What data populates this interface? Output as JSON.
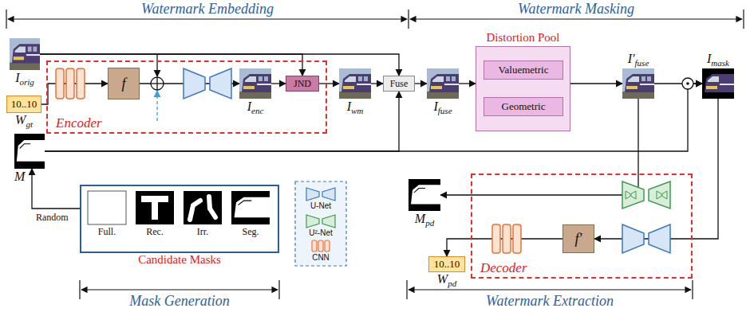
{
  "diagram": {
    "nodes": [
      {
        "text": [
          "I",
          "orig"
        ]
      },
      {
        "text": [
          "10..10",
          "W",
          "gt"
        ]
      },
      {
        "text": [
          "M"
        ]
      },
      {
        "text": [
          "Encoder"
        ]
      },
      {
        "text": [
          "f"
        ],
        "in": 3
      },
      {
        "text": [
          "I",
          "enc"
        ],
        "in": 3
      },
      {
        "text": [
          "JND"
        ],
        "in": 3
      },
      {
        "text": [
          "I",
          "wm"
        ]
      },
      {
        "text": [
          "Fuse"
        ]
      },
      {
        "text": [
          "I",
          "fuse"
        ]
      },
      {
        "text": [
          "Distortion Pool"
        ]
      },
      {
        "text": [
          "Valuemetric"
        ],
        "in": 10
      },
      {
        "text": [
          "Geometric"
        ],
        "in": 10
      },
      {
        "text": [
          "I′",
          "fuse"
        ]
      },
      {
        "text": [
          "I",
          "mask"
        ]
      },
      {
        "text": [
          "Decoder"
        ]
      },
      {
        "text": [
          "f′"
        ],
        "in": 15
      },
      {
        "text": [
          "10..10",
          "W",
          "pd"
        ]
      },
      {
        "text": [
          "M",
          "pd"
        ]
      },
      {
        "text": [
          "Candidate Masks"
        ]
      },
      {
        "text": [
          "Full."
        ],
        "in": 19
      },
      {
        "text": [
          "Rec."
        ],
        "in": 19
      },
      {
        "text": [
          "Irr."
        ],
        "in": 19
      },
      {
        "text": [
          "Seg."
        ],
        "in": 19
      }
    ],
    "edges": [
      {
        "from": 0,
        "to": 8,
        "arrow": "to"
      },
      {
        "from": 0,
        "to": 6,
        "arrow": "to"
      },
      {
        "from": 1,
        "to": 4,
        "arrow": "to"
      },
      {
        "from": 4,
        "to": 5,
        "arrow": "to"
      },
      {
        "from": 5,
        "to": 6,
        "arrow": "to"
      },
      {
        "from": 6,
        "to": 7,
        "arrow": "to"
      },
      {
        "from": 7,
        "to": 8,
        "arrow": "to"
      },
      {
        "from": 2,
        "to": 8,
        "arrow": "to"
      },
      {
        "from": 8,
        "to": 9,
        "arrow": "to"
      },
      {
        "from": 9,
        "to": 10,
        "arrow": "to"
      },
      {
        "from": 10,
        "to": 13,
        "arrow": "to"
      },
      {
        "from": 13,
        "to": 14,
        "arrow": "to"
      },
      {
        "from": 2,
        "to": 14,
        "arrow": "to"
      },
      {
        "from": 13,
        "to": 18,
        "arrow": "to"
      },
      {
        "from": 14,
        "to": 16,
        "arrow": "to"
      },
      {
        "from": 16,
        "to": 17,
        "arrow": "to"
      },
      {
        "from": 19,
        "to": 2,
        "label": "Random",
        "arrow": "to"
      }
    ],
    "labels": [
      "Watermark Embedding",
      "Watermark Masking",
      "Mask Generation",
      "Watermark Extraction"
    ],
    "legend": [
      {
        "text": "U-Net"
      },
      {
        "text": "U²-Net"
      },
      {
        "text": "CNN"
      }
    ]
  }
}
